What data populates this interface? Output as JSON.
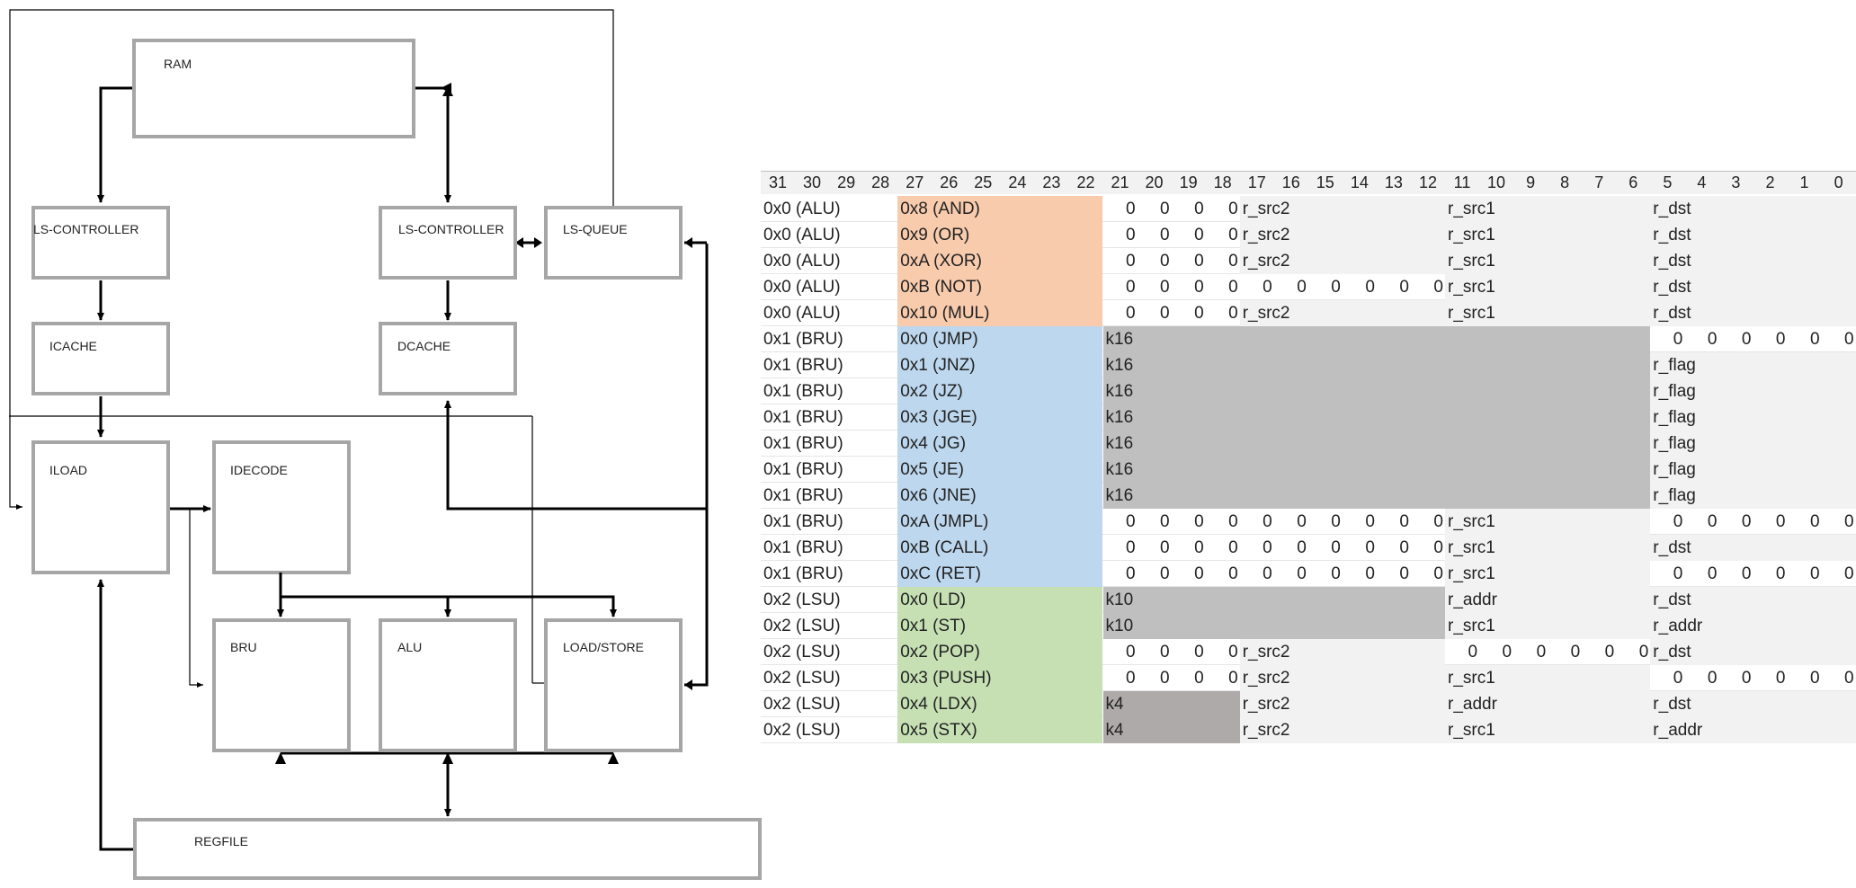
{
  "diagram": {
    "blocks": {
      "ram": "RAM",
      "ls_controller_left": "LS-CONTROLLER",
      "ls_controller_right": "LS-CONTROLLER",
      "ls_queue": "LS-QUEUE",
      "icache": "ICACHE",
      "dcache": "DCACHE",
      "iload": "ILOAD",
      "idecode": "IDECODE",
      "bru": "BRU",
      "alu": "ALU",
      "load_store": "LOAD/STORE",
      "regfile": "REGFILE"
    }
  },
  "table": {
    "bit_headers": [
      "31",
      "30",
      "29",
      "28",
      "27",
      "26",
      "25",
      "24",
      "23",
      "22",
      "21",
      "20",
      "19",
      "18",
      "17",
      "16",
      "15",
      "14",
      "13",
      "12",
      "11",
      "10",
      "9",
      "8",
      "7",
      "6",
      "5",
      "4",
      "3",
      "2",
      "1",
      "0"
    ],
    "colors": {
      "alu_op": "#f8cbad",
      "bru_op": "#bdd7ee",
      "lsu_op": "#c6e0b4",
      "immediate": "#bfbfbf",
      "immediate_k4": "#aeaaaa",
      "field": "#f2f2f2"
    },
    "rows": [
      {
        "unit": "0x0 (ALU)",
        "op": "0x8 (AND)",
        "opclass": "alu",
        "segs": [
          {
            "kind": "zeros",
            "s": 21,
            "e": 18
          },
          {
            "kind": "field",
            "s": 17,
            "e": 12,
            "text": "r_src2"
          },
          {
            "kind": "field",
            "s": 11,
            "e": 6,
            "text": "r_src1"
          },
          {
            "kind": "field",
            "s": 5,
            "e": 0,
            "text": "r_dst"
          }
        ]
      },
      {
        "unit": "0x0 (ALU)",
        "op": "0x9 (OR)",
        "opclass": "alu",
        "segs": [
          {
            "kind": "zeros",
            "s": 21,
            "e": 18
          },
          {
            "kind": "field",
            "s": 17,
            "e": 12,
            "text": "r_src2"
          },
          {
            "kind": "field",
            "s": 11,
            "e": 6,
            "text": "r_src1"
          },
          {
            "kind": "field",
            "s": 5,
            "e": 0,
            "text": "r_dst"
          }
        ]
      },
      {
        "unit": "0x0 (ALU)",
        "op": "0xA (XOR)",
        "opclass": "alu",
        "segs": [
          {
            "kind": "zeros",
            "s": 21,
            "e": 18
          },
          {
            "kind": "field",
            "s": 17,
            "e": 12,
            "text": "r_src2"
          },
          {
            "kind": "field",
            "s": 11,
            "e": 6,
            "text": "r_src1"
          },
          {
            "kind": "field",
            "s": 5,
            "e": 0,
            "text": "r_dst"
          }
        ]
      },
      {
        "unit": "0x0 (ALU)",
        "op": "0xB (NOT)",
        "opclass": "alu",
        "segs": [
          {
            "kind": "zeros",
            "s": 21,
            "e": 12
          },
          {
            "kind": "field",
            "s": 11,
            "e": 6,
            "text": "r_src1"
          },
          {
            "kind": "field",
            "s": 5,
            "e": 0,
            "text": "r_dst"
          }
        ]
      },
      {
        "unit": "0x0 (ALU)",
        "op": "0x10 (MUL)",
        "opclass": "alu",
        "segs": [
          {
            "kind": "zeros",
            "s": 21,
            "e": 18
          },
          {
            "kind": "field",
            "s": 17,
            "e": 12,
            "text": "r_src2"
          },
          {
            "kind": "field",
            "s": 11,
            "e": 6,
            "text": "r_src1"
          },
          {
            "kind": "field",
            "s": 5,
            "e": 0,
            "text": "r_dst"
          }
        ]
      },
      {
        "unit": "0x1 (BRU)",
        "op": "0x0 (JMP)",
        "opclass": "bru",
        "segs": [
          {
            "kind": "imm",
            "s": 21,
            "e": 6,
            "text": "k16"
          },
          {
            "kind": "zeros",
            "s": 5,
            "e": 0
          }
        ]
      },
      {
        "unit": "0x1 (BRU)",
        "op": "0x1 (JNZ)",
        "opclass": "bru",
        "segs": [
          {
            "kind": "imm",
            "s": 21,
            "e": 6,
            "text": "k16"
          },
          {
            "kind": "field",
            "s": 5,
            "e": 0,
            "text": "r_flag"
          }
        ]
      },
      {
        "unit": "0x1 (BRU)",
        "op": "0x2 (JZ)",
        "opclass": "bru",
        "segs": [
          {
            "kind": "imm",
            "s": 21,
            "e": 6,
            "text": "k16"
          },
          {
            "kind": "field",
            "s": 5,
            "e": 0,
            "text": "r_flag"
          }
        ]
      },
      {
        "unit": "0x1 (BRU)",
        "op": "0x3 (JGE)",
        "opclass": "bru",
        "segs": [
          {
            "kind": "imm",
            "s": 21,
            "e": 6,
            "text": "k16"
          },
          {
            "kind": "field",
            "s": 5,
            "e": 0,
            "text": "r_flag"
          }
        ]
      },
      {
        "unit": "0x1 (BRU)",
        "op": "0x4 (JG)",
        "opclass": "bru",
        "segs": [
          {
            "kind": "imm",
            "s": 21,
            "e": 6,
            "text": "k16"
          },
          {
            "kind": "field",
            "s": 5,
            "e": 0,
            "text": "r_flag"
          }
        ]
      },
      {
        "unit": "0x1 (BRU)",
        "op": "0x5 (JE)",
        "opclass": "bru",
        "segs": [
          {
            "kind": "imm",
            "s": 21,
            "e": 6,
            "text": "k16"
          },
          {
            "kind": "field",
            "s": 5,
            "e": 0,
            "text": "r_flag"
          }
        ]
      },
      {
        "unit": "0x1 (BRU)",
        "op": "0x6 (JNE)",
        "opclass": "bru",
        "segs": [
          {
            "kind": "imm",
            "s": 21,
            "e": 6,
            "text": "k16"
          },
          {
            "kind": "field",
            "s": 5,
            "e": 0,
            "text": "r_flag"
          }
        ]
      },
      {
        "unit": "0x1 (BRU)",
        "op": "0xA (JMPL)",
        "opclass": "bru",
        "segs": [
          {
            "kind": "zeros",
            "s": 21,
            "e": 12
          },
          {
            "kind": "field",
            "s": 11,
            "e": 6,
            "text": "r_src1"
          },
          {
            "kind": "zeros",
            "s": 5,
            "e": 0
          }
        ]
      },
      {
        "unit": "0x1 (BRU)",
        "op": "0xB (CALL)",
        "opclass": "bru",
        "segs": [
          {
            "kind": "zeros",
            "s": 21,
            "e": 12
          },
          {
            "kind": "field",
            "s": 11,
            "e": 6,
            "text": "r_src1"
          },
          {
            "kind": "field",
            "s": 5,
            "e": 0,
            "text": "r_dst"
          }
        ]
      },
      {
        "unit": "0x1 (BRU)",
        "op": "0xC (RET)",
        "opclass": "bru",
        "segs": [
          {
            "kind": "zeros",
            "s": 21,
            "e": 12
          },
          {
            "kind": "field",
            "s": 11,
            "e": 6,
            "text": "r_src1"
          },
          {
            "kind": "zeros",
            "s": 5,
            "e": 0
          }
        ]
      },
      {
        "unit": "0x2 (LSU)",
        "op": "0x0 (LD)",
        "opclass": "lsu",
        "segs": [
          {
            "kind": "imm",
            "s": 21,
            "e": 12,
            "text": "k10"
          },
          {
            "kind": "field",
            "s": 11,
            "e": 6,
            "text": "r_addr"
          },
          {
            "kind": "field",
            "s": 5,
            "e": 0,
            "text": "r_dst"
          }
        ]
      },
      {
        "unit": "0x2 (LSU)",
        "op": "0x1 (ST)",
        "opclass": "lsu",
        "segs": [
          {
            "kind": "imm",
            "s": 21,
            "e": 12,
            "text": "k10"
          },
          {
            "kind": "field",
            "s": 11,
            "e": 6,
            "text": "r_src1"
          },
          {
            "kind": "field",
            "s": 5,
            "e": 0,
            "text": "r_addr"
          }
        ]
      },
      {
        "unit": "0x2 (LSU)",
        "op": "0x2 (POP)",
        "opclass": "lsu",
        "segs": [
          {
            "kind": "zeros",
            "s": 21,
            "e": 18
          },
          {
            "kind": "field",
            "s": 17,
            "e": 12,
            "text": "r_src2"
          },
          {
            "kind": "zeros",
            "s": 11,
            "e": 6
          },
          {
            "kind": "field",
            "s": 5,
            "e": 0,
            "text": "r_dst"
          }
        ]
      },
      {
        "unit": "0x2 (LSU)",
        "op": "0x3 (PUSH)",
        "opclass": "lsu",
        "segs": [
          {
            "kind": "zeros",
            "s": 21,
            "e": 18
          },
          {
            "kind": "field",
            "s": 17,
            "e": 12,
            "text": "r_src2"
          },
          {
            "kind": "field",
            "s": 11,
            "e": 6,
            "text": "r_src1"
          },
          {
            "kind": "zeros",
            "s": 5,
            "e": 0
          }
        ]
      },
      {
        "unit": "0x2 (LSU)",
        "op": "0x4 (LDX)",
        "opclass": "lsu",
        "segs": [
          {
            "kind": "imm4",
            "s": 21,
            "e": 18,
            "text": "k4"
          },
          {
            "kind": "field",
            "s": 17,
            "e": 12,
            "text": "r_src2"
          },
          {
            "kind": "field",
            "s": 11,
            "e": 6,
            "text": "r_addr"
          },
          {
            "kind": "field",
            "s": 5,
            "e": 0,
            "text": "r_dst"
          }
        ]
      },
      {
        "unit": "0x2 (LSU)",
        "op": "0x5 (STX)",
        "opclass": "lsu",
        "segs": [
          {
            "kind": "imm4",
            "s": 21,
            "e": 18,
            "text": "k4"
          },
          {
            "kind": "field",
            "s": 17,
            "e": 12,
            "text": "r_src2"
          },
          {
            "kind": "field",
            "s": 11,
            "e": 6,
            "text": "r_src1"
          },
          {
            "kind": "field",
            "s": 5,
            "e": 0,
            "text": "r_addr"
          }
        ]
      }
    ]
  }
}
